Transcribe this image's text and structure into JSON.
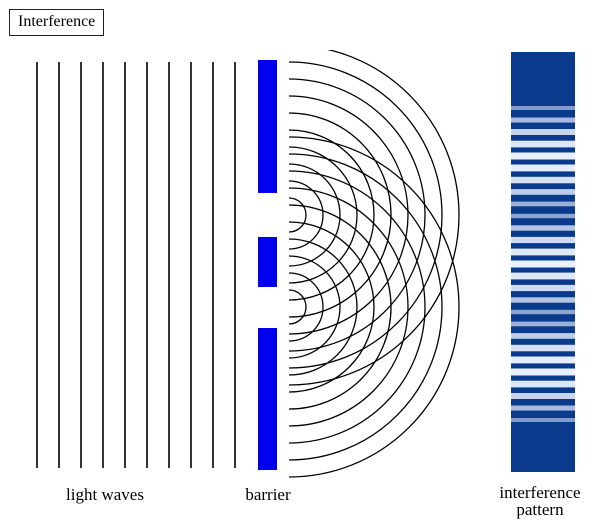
{
  "title": "Interference",
  "labels": {
    "light_waves": "light waves",
    "barrier": "barrier",
    "pattern_line1": "interference",
    "pattern_line2": "pattern"
  },
  "colors": {
    "barrier": "#0000ee",
    "pattern_dark": "#0a3a8c",
    "pattern_light": "#e8f0ff",
    "wave_line": "#000000"
  },
  "light_wave_count": 10,
  "barrier_slit_count": 2,
  "wavefront_rings_per_slit": 10,
  "fringe_count": 27
}
